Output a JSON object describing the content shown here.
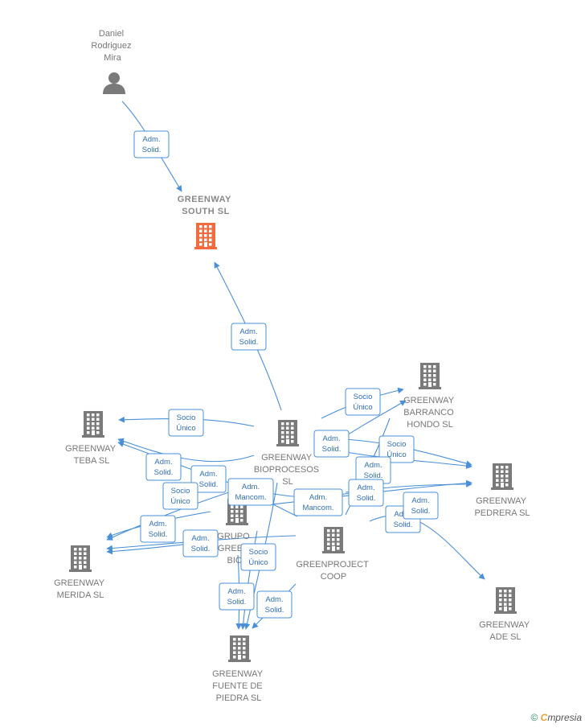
{
  "colors": {
    "edge": "#4a90d9",
    "box_text": "#2f6fb8",
    "building": "#7a7a7a",
    "building_main": "#f26a3d",
    "person": "#7a7a7a"
  },
  "nodes": [
    {
      "id": "daniel",
      "kind": "person",
      "label": [
        "Daniel",
        "Rodriguez",
        "Mira"
      ],
      "icon": "person-icon"
    },
    {
      "id": "south",
      "kind": "company-main",
      "label": [
        "GREENWAY",
        "SOUTH  SL"
      ],
      "icon": "building-icon"
    },
    {
      "id": "bioproc",
      "kind": "company",
      "label": [
        "GREENWAY",
        "BIOPROCESOS",
        "SL"
      ],
      "icon": "building-icon"
    },
    {
      "id": "barranco",
      "kind": "company",
      "label": [
        "GREENWAY",
        "BARRANCO",
        "HONDO  SL"
      ],
      "icon": "building-icon"
    },
    {
      "id": "teba",
      "kind": "company",
      "label": [
        "GREENWAY",
        "TEBA  SL"
      ],
      "icon": "building-icon"
    },
    {
      "id": "pedrera",
      "kind": "company",
      "label": [
        "GREENWAY",
        "PEDRERA  SL"
      ],
      "icon": "building-icon"
    },
    {
      "id": "grupo",
      "kind": "company",
      "label": [
        "GRUPO",
        "GREEN",
        "BIO"
      ],
      "icon": "building-icon"
    },
    {
      "id": "greenproject",
      "kind": "company",
      "label": [
        "GREENPROJECT",
        "COOP"
      ],
      "icon": "building-icon"
    },
    {
      "id": "merida",
      "kind": "company",
      "label": [
        "GREENWAY",
        "MERIDA  SL"
      ],
      "icon": "building-icon"
    },
    {
      "id": "ade",
      "kind": "company",
      "label": [
        "GREENWAY",
        "ADE  SL"
      ],
      "icon": "building-icon"
    },
    {
      "id": "fuente",
      "kind": "company",
      "label": [
        "GREENWAY",
        "FUENTE DE",
        "PIEDRA  SL"
      ],
      "icon": "building-icon"
    }
  ],
  "relations": [
    [
      "Adm.",
      "Solid."
    ],
    [
      "Adm.",
      "Solid."
    ],
    [
      "Socio",
      "Único"
    ],
    [
      "Socio",
      "Único"
    ],
    [
      "Adm.",
      "Solid."
    ],
    [
      "Socio",
      "Único"
    ],
    [
      "Adm.",
      "Solid."
    ],
    [
      "Adm.",
      "Solid."
    ],
    [
      "Adm.",
      "Solid."
    ],
    [
      "Socio",
      "Único"
    ],
    [
      "Adm.",
      "Mancom."
    ],
    [
      "Adm.",
      "Solid."
    ],
    [
      "Adm.",
      "Mancom."
    ],
    [
      "Adm.",
      "Solid."
    ],
    [
      "Adm.",
      "Solid."
    ],
    [
      "Adm.",
      "Solid."
    ],
    [
      "Adm.",
      "Solid."
    ],
    [
      "Adm.",
      "Solid."
    ],
    [
      "Socio",
      "Único"
    ],
    [
      "Adm.",
      "Solid."
    ],
    [
      "Adm.",
      "Solid."
    ]
  ],
  "footer": {
    "copyright": "©",
    "brand_first": "C",
    "brand_rest": "mpresia"
  }
}
